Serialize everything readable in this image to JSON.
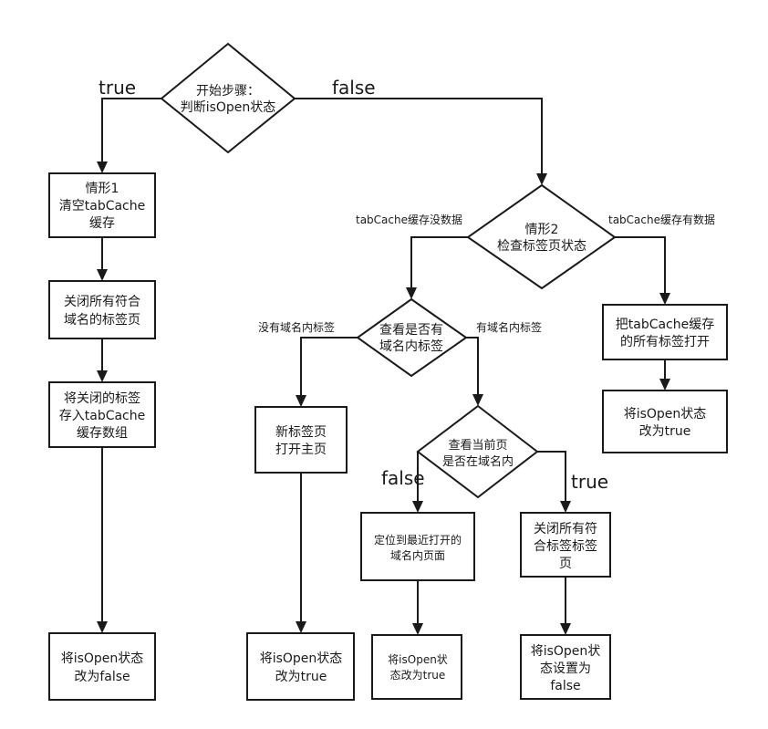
{
  "nodes": {
    "start": [
      "开始步骤：",
      "判断isOpen状态"
    ],
    "case1": [
      "情形1",
      "清空tabCache",
      "缓存"
    ],
    "close_matching": [
      "关闭所有符合",
      "域名的标签页"
    ],
    "save_closed": [
      "将关闭的标签",
      "存入tabCache",
      "缓存数组"
    ],
    "set_false_left": [
      "将isOpen状态",
      "改为false"
    ],
    "case2": [
      "情形2",
      "检查标签页状态"
    ],
    "open_cache": [
      "把tabCache缓存",
      "的所有标签打开"
    ],
    "set_true_right": [
      "将isOpen状态",
      "改为true"
    ],
    "check_domain": [
      "查看是否有",
      "域名内标签"
    ],
    "new_tab": [
      "新标签页",
      "打开主页"
    ],
    "set_true_mid": [
      "将isOpen状态",
      "改为true"
    ],
    "check_current": [
      "查看当前页",
      "是否在域名内"
    ],
    "locate_recent": [
      "定位到最近打开的",
      "域名内页面"
    ],
    "set_true_small": [
      "将isOpen状",
      "态改为true"
    ],
    "close_all_matching": [
      "关闭所有符",
      "合标签标签",
      "页"
    ],
    "set_false_right": [
      "将isOpen状",
      "态设置为",
      "false"
    ]
  },
  "edge_labels": {
    "start_true": "true",
    "start_false": "false",
    "cache_no_data": "tabCache缓存没数据",
    "cache_has_data": "tabCache缓存有数据",
    "no_domain_tab": "没有域名内标签",
    "has_domain_tab": "有域名内标签",
    "current_false": "false",
    "current_true": "true"
  }
}
